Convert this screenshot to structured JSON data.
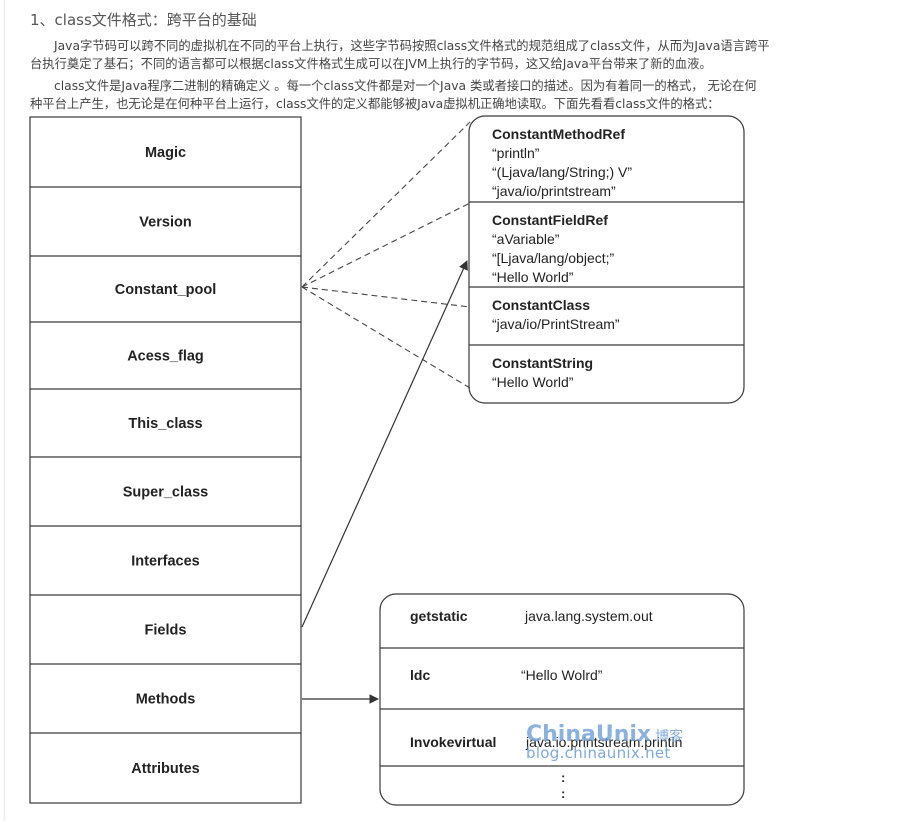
{
  "header": {
    "title": "1、class文件格式：跨平台的基础",
    "paragraph1": [
      "Java字节码可以跨不同的虚拟机在不同的平台上执行，这些字节码按照class文件格式的规范组成了class文件，从而为Java语言跨平",
      "台执行奠定了基石；不同的语言都可以根据class文件格式生成可以在JVM上执行的字节码，这又给Java平台带来了新的血液。"
    ],
    "paragraph2": [
      "class文件是Java程序二进制的精确定义 。每一个class文件都是对一个Java 类或者接口的描述。因为有着同一的格式， 无论在何",
      "种平台上产生，也无论是在何种平台上运行，class文件的定义都能够被Java虚拟机正确地读取。下面先看看class文件的格式："
    ]
  },
  "class_structure": {
    "fields": [
      "Magic",
      "Version",
      "Constant_pool",
      "Acess_flag",
      "This_class",
      "Super_class",
      "Interfaces",
      "Fields",
      "Methods",
      "Attributes"
    ]
  },
  "constant_pool": {
    "entries": [
      {
        "name": "ConstantMethodRef",
        "lines": [
          "“println”",
          "“(Ljava/lang/String;) V”",
          "“java/io/printstream”"
        ]
      },
      {
        "name": "ConstantFieldRef",
        "lines": [
          "“aVariable”",
          "“[Ljava/lang/object;”",
          "“Hello World”"
        ]
      },
      {
        "name": "ConstantClass",
        "lines": [
          "“java/io/PrintStream”"
        ]
      },
      {
        "name": "ConstantString",
        "lines": [
          "“Hello World”"
        ]
      }
    ]
  },
  "bytecode": {
    "instructions": [
      {
        "op": "getstatic",
        "arg": "java.lang.system.out"
      },
      {
        "op": "ldc",
        "arg": "“Hello Wolrd”"
      },
      {
        "op": "Invokevirtual",
        "arg": "java.io.printstream.println"
      }
    ],
    "ellipsis": ":"
  },
  "watermark": {
    "brand": "ChinaUnix",
    "suffix": "博客",
    "url": "blog.chinaunix.net"
  },
  "colors": {
    "line": "#3a3a3a",
    "text": "#222222",
    "watermark": "#6f9fd6"
  }
}
